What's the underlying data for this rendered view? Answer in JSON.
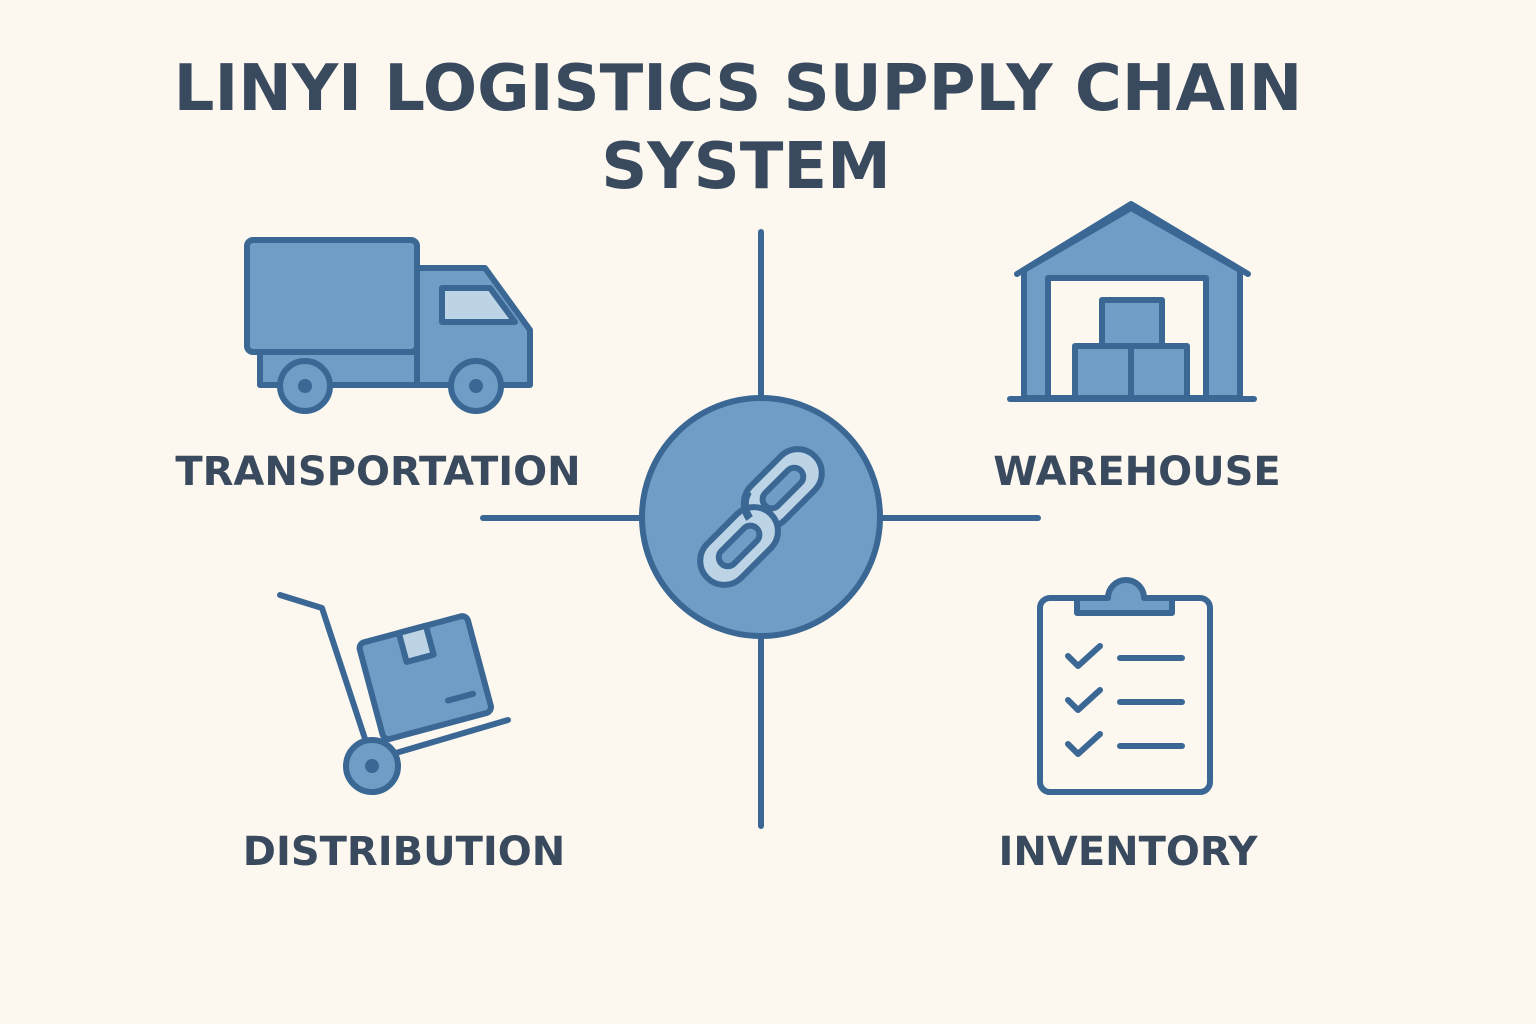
{
  "title": {
    "line1": "LINYI LOGISTICS SUPPLY CHAIN",
    "line2": "SYSTEM"
  },
  "nodes": {
    "transportation": "TRANSPORTATION",
    "warehouse": "WAREHOUSE",
    "distribution": "DISTRIBUTION",
    "inventory": "INVENTORY"
  },
  "colors": {
    "background": "#fcf8f0",
    "stroke": "#3a6794",
    "fill": "#6f9dc6",
    "light": "#bcd4e6",
    "text": "#3a4a5e"
  }
}
